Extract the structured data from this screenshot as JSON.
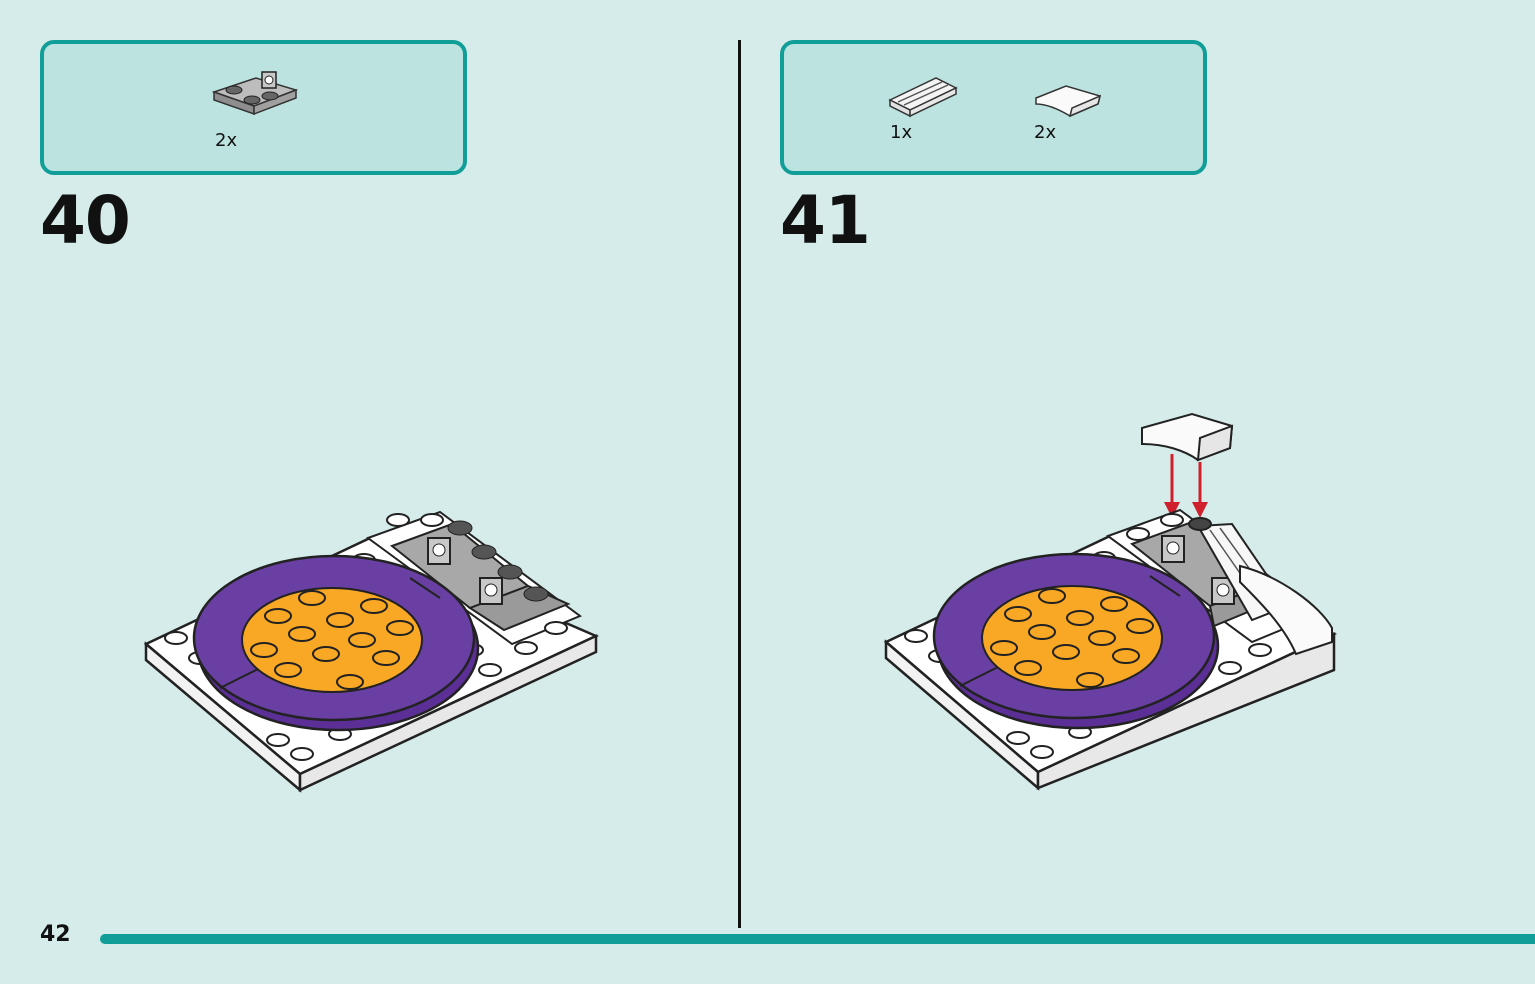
{
  "page": {
    "number": "42",
    "progress_fraction": 1.0
  },
  "steps": [
    {
      "number": "40",
      "parts": [
        {
          "icon": "gray-hinge-plate-icon",
          "quantity": "2x"
        }
      ]
    },
    {
      "number": "41",
      "parts": [
        {
          "icon": "white-grille-tile-icon",
          "quantity": "1x"
        },
        {
          "icon": "white-curved-slope-icon",
          "quantity": "2x"
        }
      ]
    }
  ],
  "colors": {
    "accent": "#129e98",
    "background": "#d5ecea",
    "parts_box_fill": "#bce3e0",
    "purple": "#6a3fa4",
    "orange": "#f9a825",
    "arrow": "#d0202e"
  }
}
